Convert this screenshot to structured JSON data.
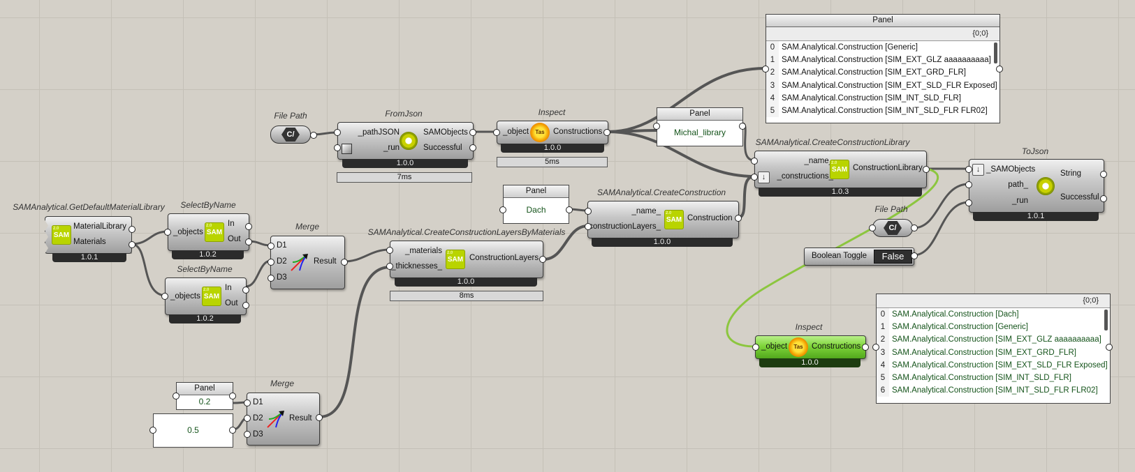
{
  "canvas": {
    "background": "#d4d0c8",
    "wire_color": "#444444",
    "highlight_wire_color": "#8cc63f"
  },
  "file_path_1": {
    "title": "File Path",
    "icon": "c-path-icon",
    "glyph": "C/"
  },
  "from_json": {
    "title": "FromJson",
    "in_path": "_pathJSON",
    "in_run": "_run",
    "out_objects": "SAMObjects",
    "out_success": "Successful",
    "version": "1.0.0",
    "timing": "7ms"
  },
  "inspect_1": {
    "title": "Inspect",
    "in": "_object",
    "out": "Constructions",
    "version": "1.0.0",
    "timing": "5ms"
  },
  "panel_top": {
    "head": "Panel",
    "path": "{0;0}",
    "items": [
      {
        "i": "0",
        "t": "SAM.Analytical.Construction [Generic]"
      },
      {
        "i": "1",
        "t": "SAM.Analytical.Construction [SIM_EXT_GLZ aaaaaaaaaa]"
      },
      {
        "i": "2",
        "t": "SAM.Analytical.Construction [SIM_EXT_GRD_FLR]"
      },
      {
        "i": "3",
        "t": "SAM.Analytical.Construction [SIM_EXT_SLD_FLR Exposed]"
      },
      {
        "i": "4",
        "t": "SAM.Analytical.Construction [SIM_INT_SLD_FLR]"
      },
      {
        "i": "5",
        "t": "SAM.Analytical.Construction [SIM_INT_SLD_FLR FLR02]"
      }
    ]
  },
  "panel_michal": {
    "head": "Panel",
    "value": "Michal_library"
  },
  "create_lib": {
    "title": "SAMAnalytical.CreateConstructionLibrary",
    "in_name": "_name_",
    "in_constr": "_constructions_",
    "out": "ConstructionLibrary",
    "version": "1.0.3",
    "icon_text": "SAM"
  },
  "to_json": {
    "title": "ToJson",
    "in_objects": "_SAMObjects",
    "in_path": "path_",
    "in_run": "_run",
    "out_string": "String",
    "out_success": "Successful",
    "version": "1.0.1"
  },
  "file_path_2": {
    "title": "File Path",
    "glyph": "C/"
  },
  "boolean_toggle": {
    "label": "Boolean Toggle",
    "value": "False"
  },
  "panel_dach": {
    "head": "Panel",
    "value": "Dach"
  },
  "create_construction": {
    "title": "SAMAnalytical.CreateConstruction",
    "in_name": "_name_",
    "in_layers": "constructionLayers_",
    "out": "Construction",
    "version": "1.0.0",
    "icon_text": "SAM"
  },
  "get_default": {
    "title": "SAMAnalytical.GetDefaultMaterialLibrary",
    "out_lib": "MaterialLibrary",
    "out_mat": "Materials",
    "version": "1.0.1",
    "icon_text": "SAM"
  },
  "select_1": {
    "title": "SelectByName",
    "in": "_objects",
    "out_in": "In",
    "out_out": "Out",
    "version": "1.0.2",
    "icon_text": "SAM"
  },
  "select_2": {
    "title": "SelectByName",
    "in": "_objects",
    "out_in": "In",
    "out_out": "Out",
    "version": "1.0.2",
    "icon_text": "SAM"
  },
  "merge_1": {
    "title": "Merge",
    "d1": "D1",
    "d2": "D2",
    "d3": "D3",
    "out": "Result"
  },
  "layers": {
    "title": "SAMAnalytical.CreateConstructionLayersByMaterials",
    "in_mat": "_materials",
    "in_thick": "_thicknesses_",
    "out": "ConstructionLayers",
    "version": "1.0.0",
    "timing": "8ms",
    "icon_text": "SAM"
  },
  "inspect_2": {
    "title": "Inspect",
    "in": "_object",
    "out": "Constructions",
    "version": "1.0.0"
  },
  "panel_bottom": {
    "path": "{0;0}",
    "items": [
      {
        "i": "0",
        "t": "SAM.Analytical.Construction [Dach]"
      },
      {
        "i": "1",
        "t": "SAM.Analytical.Construction [Generic]"
      },
      {
        "i": "2",
        "t": "SAM.Analytical.Construction [SIM_EXT_GLZ aaaaaaaaaa]"
      },
      {
        "i": "3",
        "t": "SAM.Analytical.Construction [SIM_EXT_GRD_FLR]"
      },
      {
        "i": "4",
        "t": "SAM.Analytical.Construction [SIM_EXT_SLD_FLR Exposed]"
      },
      {
        "i": "5",
        "t": "SAM.Analytical.Construction [SIM_INT_SLD_FLR]"
      },
      {
        "i": "6",
        "t": "SAM.Analytical.Construction [SIM_INT_SLD_FLR FLR02]"
      }
    ]
  },
  "panel_02": {
    "head": "Panel",
    "value": "0.2"
  },
  "panel_05": {
    "value": "0.5"
  },
  "merge_2": {
    "title": "Merge",
    "d1": "D1",
    "d2": "D2",
    "d3": "D3",
    "out": "Result"
  }
}
